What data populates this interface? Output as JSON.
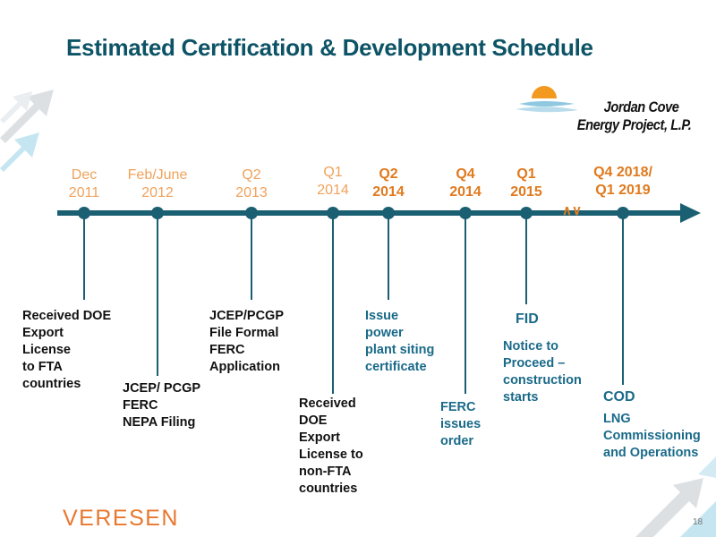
{
  "slide": {
    "title": "Estimated Certification & Development Schedule",
    "page_number": "18",
    "footer_brand": "VERESEN",
    "logo": {
      "line1": "Jordan Cove",
      "line2": "Energy Project, L.P."
    },
    "schedule_slip_marker": "∧∨"
  },
  "milestones": [
    {
      "date": [
        "Dec",
        "2011"
      ],
      "style": "plain",
      "heading": "",
      "notes": [
        "Received DOE",
        "Export",
        "License",
        "to FTA",
        "countries"
      ],
      "notes_color": "black"
    },
    {
      "date": [
        "Feb/June",
        "2012"
      ],
      "style": "plain",
      "heading": "",
      "notes": [
        "JCEP/ PCGP",
        "FERC",
        "NEPA Filing"
      ],
      "notes_color": "black"
    },
    {
      "date": [
        "Q2",
        "2013"
      ],
      "style": "plain",
      "heading": "",
      "notes": [
        "JCEP/PCGP",
        "File Formal",
        "FERC",
        "Application"
      ],
      "notes_color": "black"
    },
    {
      "date": [
        "Q1",
        "2014"
      ],
      "style": "plain",
      "heading": "",
      "notes": [
        "Received",
        "DOE",
        "Export",
        "License to",
        "non-FTA",
        "countries"
      ],
      "notes_color": "black"
    },
    {
      "date": [
        "Q2",
        "2014"
      ],
      "style": "bold",
      "heading": "",
      "notes": [
        "Issue",
        "power",
        "plant siting",
        "certificate"
      ],
      "notes_color": "teal"
    },
    {
      "date": [
        "Q4",
        "2014"
      ],
      "style": "bold",
      "heading": "",
      "notes": [
        "FERC",
        "issues",
        "order"
      ],
      "notes_color": "teal"
    },
    {
      "date": [
        "Q1",
        "2015"
      ],
      "style": "bold",
      "heading": "FID",
      "notes": [
        "Notice to",
        "Proceed –",
        "construction",
        "starts"
      ],
      "notes_color": "teal"
    },
    {
      "date": [
        "Q4 2018/",
        "Q1 2019"
      ],
      "style": "bold",
      "heading": "COD",
      "notes": [
        "LNG",
        "Commissioning",
        "and Operations"
      ],
      "notes_color": "teal"
    }
  ],
  "colors": {
    "timeline": "#1a5f72",
    "title": "#0d5366",
    "date_plain": "#f0a25a",
    "date_bold": "#e07a1e",
    "note_teal": "#1a6a89",
    "brand": "#e8772e"
  }
}
